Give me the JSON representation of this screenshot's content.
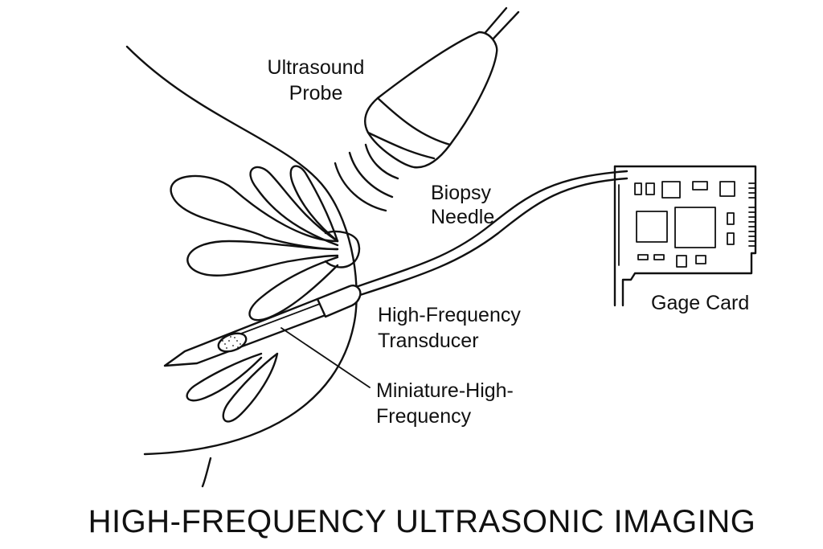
{
  "title": "HIGH-FREQUENCY ULTRASONIC IMAGING",
  "labels": {
    "ultrasound_probe": [
      "Ultrasound",
      "Probe"
    ],
    "biopsy_needle": [
      "Biopsy",
      "Needle"
    ],
    "hf_transducer": [
      "High-Frequency",
      "Transducer"
    ],
    "miniature_hf": [
      "Miniature-High-",
      "Frequency"
    ],
    "gage_card": "Gage Card"
  },
  "colors": {
    "ink": "#111111",
    "background": "#ffffff"
  }
}
